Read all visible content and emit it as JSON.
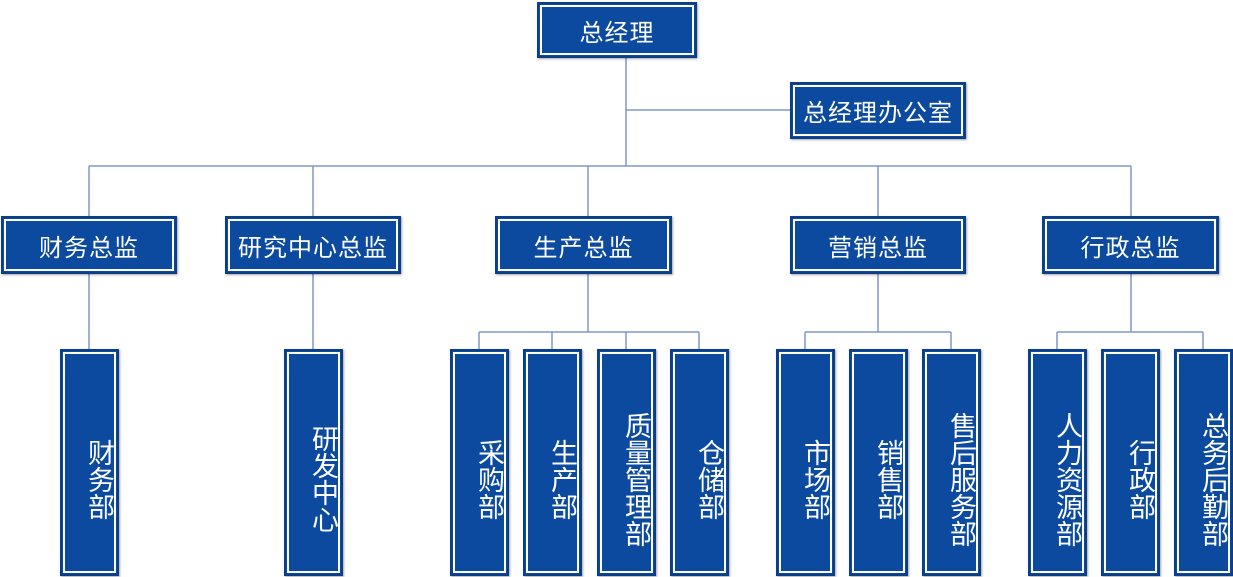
{
  "top": {
    "ceo": "总经理",
    "office": "总经理办公室"
  },
  "directors": {
    "finance": "财务总监",
    "research": "研究中心总监",
    "production": "生产总监",
    "marketing": "营销总监",
    "admin": "行政总监"
  },
  "departments": {
    "finance_dept": "财务部",
    "research_center": "研发中心",
    "purchasing": "采购部",
    "production_dept": "生产部",
    "quality": "质量管理部",
    "warehouse": "仓储部",
    "market": "市场部",
    "sales": "销售部",
    "after_sales": "售后服务部",
    "hr": "人力资源部",
    "admin_dept": "行政部",
    "logistics": "总务后勤部"
  },
  "colors": {
    "box_fill": "#0B4A9E",
    "box_border": "#0A3F88",
    "connector": "#7F97C8",
    "text": "#FFFFFF"
  }
}
